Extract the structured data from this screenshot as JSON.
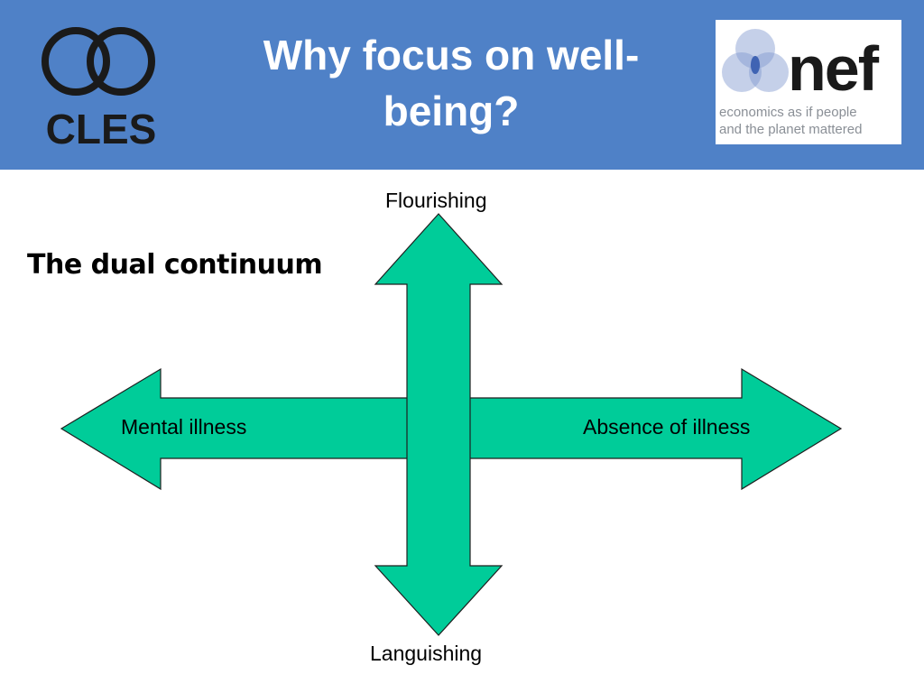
{
  "header": {
    "title": "Why focus on well-being?",
    "title_line1": "Why focus on well-",
    "title_line2": "being?",
    "bg_color": "#4f81c7"
  },
  "logos": {
    "cles": {
      "text": "CLES",
      "icon": "interlocking-rings-icon"
    },
    "nef": {
      "word": "nef",
      "tagline_line1": "economics as if people",
      "tagline_line2": "and the planet mattered",
      "icon": "venn-circles-icon"
    }
  },
  "diagram": {
    "subtitle": "The dual continuum",
    "arrow_color": "#00cc99",
    "labels": {
      "top": "Flourishing",
      "bottom": "Languishing",
      "left": "Mental illness",
      "right": "Absence of illness"
    }
  }
}
